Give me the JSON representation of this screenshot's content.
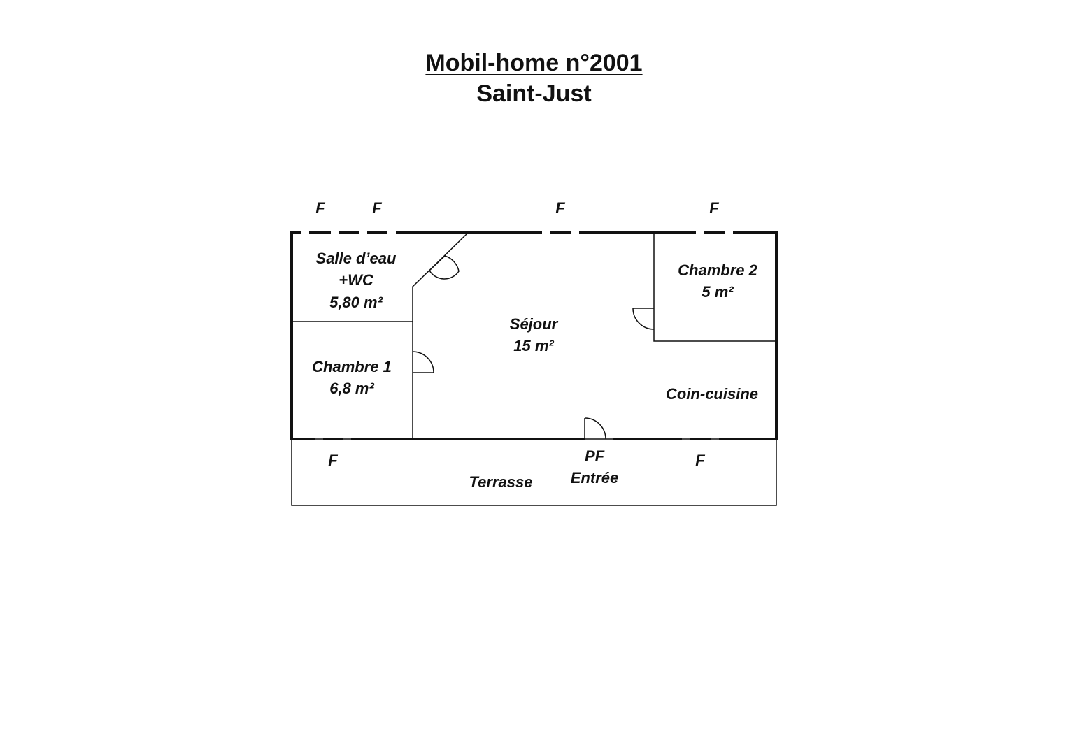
{
  "title": {
    "line1": "Mobil-home n°2001",
    "line2": "Saint-Just"
  },
  "rooms": {
    "salle_eau": {
      "name": "Salle d’eau",
      "extra": "+WC",
      "area": "5,80 m²"
    },
    "chambre1": {
      "name": "Chambre 1",
      "area": "6,8 m²"
    },
    "sejour": {
      "name": "Séjour",
      "area": "15 m²"
    },
    "chambre2": {
      "name": "Chambre 2",
      "area": "5 m²"
    },
    "cuisine": {
      "name": "Coin-cuisine"
    },
    "terrasse": {
      "name": "Terrasse"
    }
  },
  "entrance": {
    "code": "PF",
    "label": "Entrée"
  },
  "window_label": "F"
}
